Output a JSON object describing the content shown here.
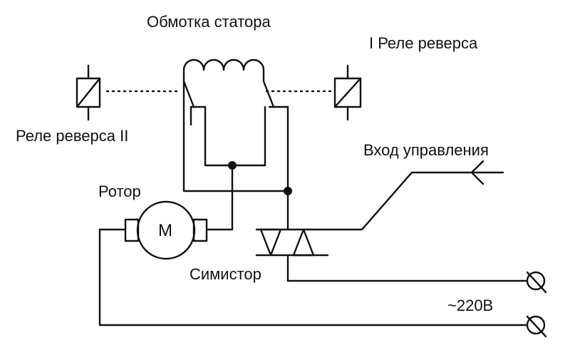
{
  "labels": {
    "stator_winding": "Обмотка статора",
    "reverse_relay_1": "I Реле реверса",
    "reverse_relay_2": "Реле реверса II",
    "control_input": "Вход управления",
    "rotor": "Ротор",
    "motor_symbol": "M",
    "triac": "Симистор",
    "mains_voltage": "~220В"
  },
  "colors": {
    "ink": "#111111",
    "background": "#ffffff"
  }
}
